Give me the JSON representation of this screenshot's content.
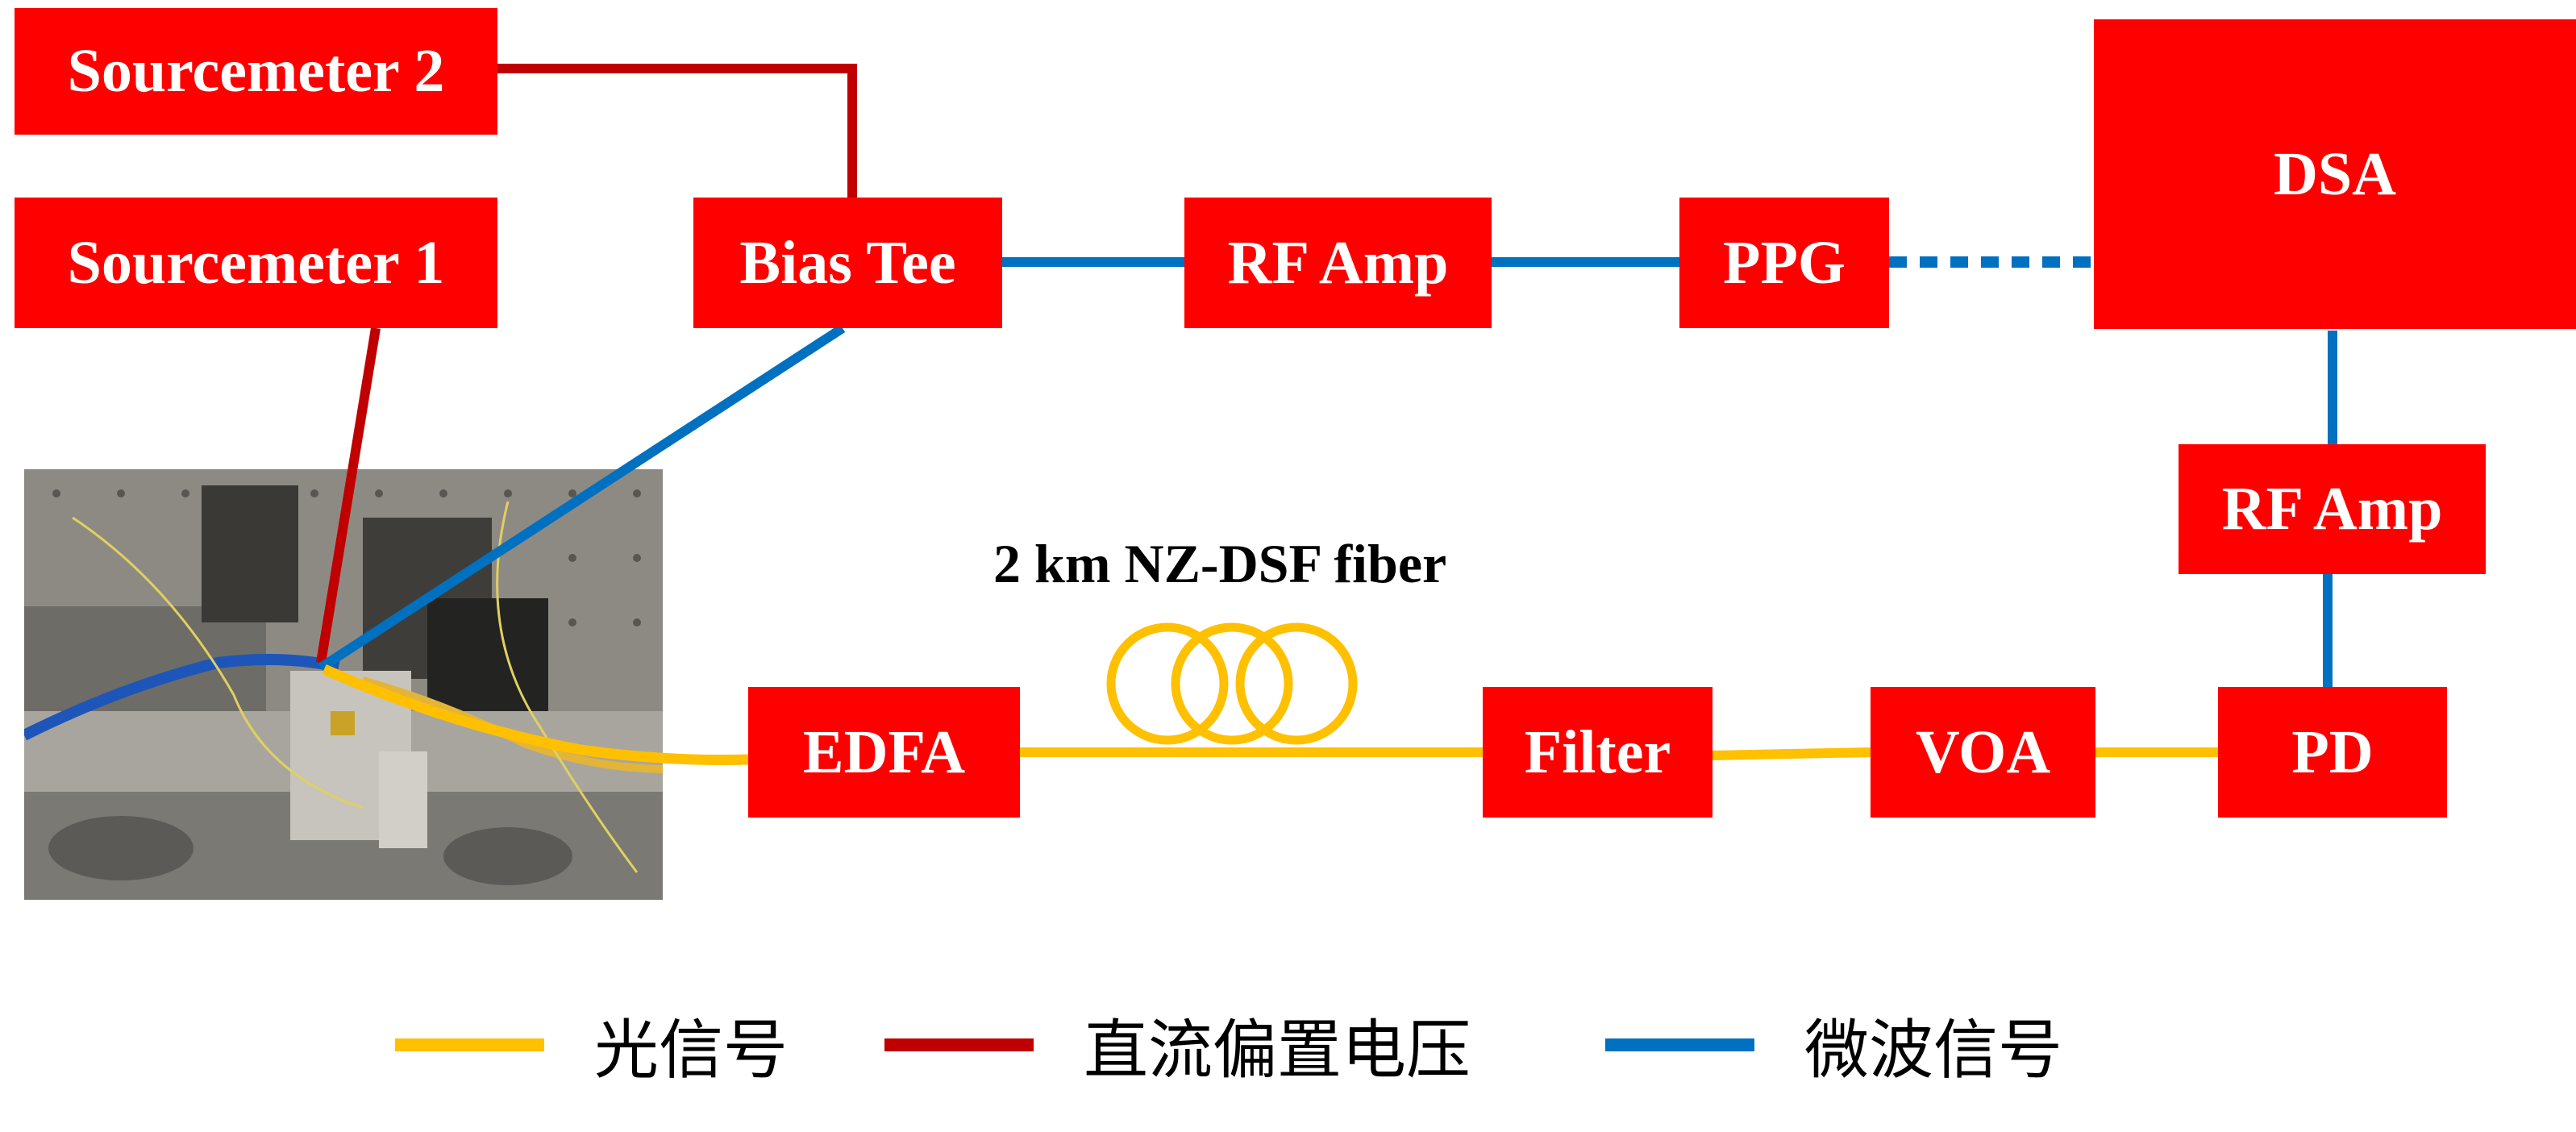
{
  "colors": {
    "box_fill": "#ff0000",
    "box_text": "#ffffff",
    "dc_bias": "#c00000",
    "microwave": "#0070c0",
    "optical": "#ffc000"
  },
  "boxes": {
    "sourcemeter2": "Sourcemeter 2",
    "sourcemeter1": "Sourcemeter 1",
    "bias_tee": "Bias Tee",
    "rf_amp_top": "RF Amp",
    "ppg": "PPG",
    "dsa": "DSA",
    "rf_amp_right": "RF Amp",
    "edfa": "EDFA",
    "filter": "Filter",
    "voa": "VOA",
    "pd": "PD"
  },
  "fiber_label": "2 km NZ-DSF fiber",
  "legend": [
    {
      "label": "光信号",
      "color": "#ffc000"
    },
    {
      "label": "直流偏置电压",
      "color": "#c00000"
    },
    {
      "label": "微波信号",
      "color": "#0070c0"
    }
  ]
}
